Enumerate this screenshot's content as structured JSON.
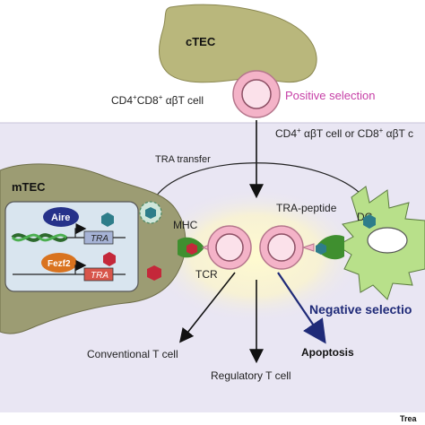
{
  "labels": {
    "ctec": "cTEC",
    "positive_cell": "CD4",
    "positive_cell_sup1": "+",
    "positive_cell_mid": "CD8",
    "positive_cell_sup2": "+",
    "positive_cell_tail": " αβT cell",
    "positive_selection": "Positive selection",
    "single_positive": "CD4",
    "single_positive_sup1": "+",
    "single_positive_mid": " αβT cell or CD8",
    "single_positive_sup2": "+",
    "single_positive_tail": " αβT c",
    "tra_transfer": "TRA transfer",
    "mtec": "mTEC",
    "aire": "Aire",
    "tra_gene_1": "TRA",
    "fezf2": "Fezf2",
    "tra_gene_2": "TRA",
    "mhc": "MHC",
    "tcr": "TCR",
    "tra_peptide": "TRA-peptide",
    "dc": "DC",
    "negative_selection": "Negative selectio",
    "conventional": "Conventional T cell",
    "apoptosis": "Apoptosis",
    "regulatory": "Regulatory T cell",
    "corner": "Trea"
  },
  "colors": {
    "ctec_fill": "#b9b77c",
    "mtec_fill": "#9c9c73",
    "lower_band": "#e9e6f3",
    "dc_fill": "#b8e08a",
    "positive_selection_text": "#c63fa6",
    "negative_selection_text": "#1f2a78",
    "tcell_fill": "#f4b3c8",
    "mhc_fill": "#3f8f2f",
    "aire_fill": "#26328a",
    "fezf2_fill": "#d9731f",
    "tra_box": "#a6b3d6",
    "tra_box_red": "#d8554a",
    "hexagon_teal": "#2e7d8a",
    "hexagon_red": "#c4283a"
  }
}
